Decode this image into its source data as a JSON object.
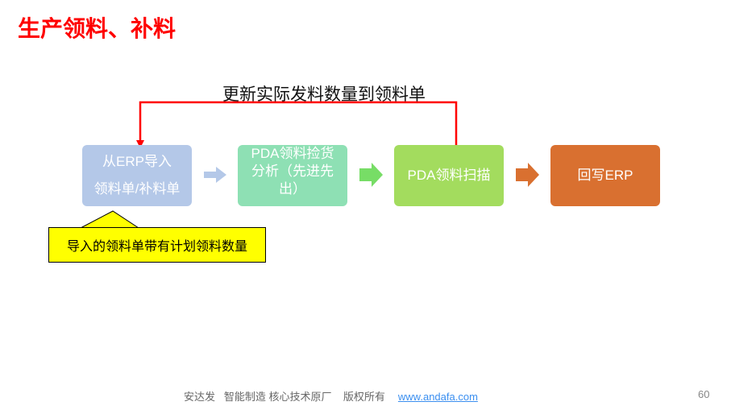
{
  "title": "生产领料、补料",
  "loop_label": "更新实际发料数量到领料单",
  "steps": [
    {
      "line1": "从ERP导入",
      "line2": "领料单/补料单"
    },
    {
      "line1": "PDA领料捡货",
      "line2": "分析（先进先",
      "line3": "出）"
    },
    {
      "line1": "PDA领料扫描"
    },
    {
      "line1": "回写ERP"
    }
  ],
  "callout": "导入的领料单带有计划领料数量",
  "footer": {
    "text": "安达发   智能制造 核心技术原厂    版权所有",
    "link": "www.andafa.com"
  },
  "page_number": "60",
  "colors": {
    "title": "#ff0000",
    "step1": "#b4c8e8",
    "step2": "#8ee0b4",
    "step3": "#a3dc5e",
    "step4": "#d97030",
    "callout": "#ffff00",
    "loop_line": "#ff0000"
  }
}
